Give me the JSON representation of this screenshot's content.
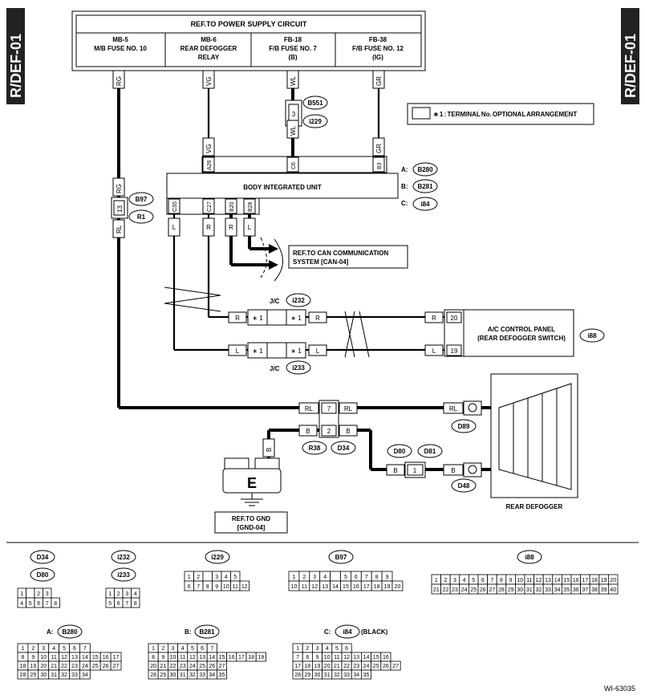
{
  "side_label": "R/DEF-01",
  "power": {
    "title": "REF.TO POWER SUPPLY CIRCUIT",
    "cols": [
      [
        "MB-5",
        "M/B FUSE NO. 10"
      ],
      [
        "MB-6",
        "REAR DEFOGGER",
        "RELAY"
      ],
      [
        "FB-18",
        "F/B FUSE NO. 7",
        "(B)"
      ],
      [
        "FB-38",
        "F/B FUSE NO. 12",
        "(IG)"
      ]
    ]
  },
  "wire": {
    "RG": "RG",
    "VG": "VG",
    "WL": "WL",
    "GR": "GR",
    "RL": "RL",
    "R": "R",
    "L": "L",
    "B": "B"
  },
  "pin": {
    "A26": "A26",
    "C6": "C6",
    "B3": "B3",
    "C35": "C35",
    "C27": "C27",
    "B20": "B20",
    "B28": "B28",
    "p3": "3",
    "p13": "13",
    "p20": "20",
    "p19": "19",
    "p7": "7",
    "p2": "2",
    "p1": "1",
    "star": "∗ 1"
  },
  "conn": {
    "B551": "B551",
    "i229": "i229",
    "B97": "B97",
    "R1": "R1",
    "B280": "B280",
    "B281": "B281",
    "i84": "i84",
    "i232": "i232",
    "i233": "i233",
    "i88": "i88",
    "D89": "D89",
    "R38": "R38",
    "D34": "D34",
    "D80": "D80",
    "D81": "D81",
    "D48": "D48"
  },
  "prefix": {
    "A": "A:",
    "B": "B:",
    "C": "C:",
    "jc": "J/C"
  },
  "bcm": "BODY INTEGRATED UNIT",
  "can": [
    "REF.TO CAN COMMUNICATION",
    "SYSTEM [CAN-04]"
  ],
  "ac": [
    "A/C CONTROL PANEL",
    "(REAR DEFOGGER SWITCH)"
  ],
  "defogger": "REAR DEFOGGER",
  "gnd": [
    "REF.TO GND",
    "[GND-04]"
  ],
  "ground_letter": "E",
  "terminal_note": "∗ 1  : TERMINAL No. OPTIONAL ARRANGEMENT",
  "connectors": {
    "d34": {
      "rows": [
        [
          "1",
          "",
          "2",
          "3"
        ],
        [
          "4",
          "5",
          "6",
          "7",
          "8"
        ]
      ]
    },
    "i232": {
      "rows": [
        [
          "1",
          "2",
          "3",
          "4"
        ],
        [
          "5",
          "6",
          "7",
          "8"
        ]
      ]
    },
    "i229": {
      "rows": [
        [
          "1",
          "2",
          "",
          "3",
          "4",
          "5"
        ],
        [
          "6",
          "7",
          "8",
          "9",
          "10",
          "11",
          "12"
        ]
      ]
    },
    "b97": {
      "rows": [
        [
          "1",
          "2",
          "3",
          "4",
          "",
          "5",
          "6",
          "7",
          "8",
          "9"
        ],
        [
          "10",
          "11",
          "12",
          "13",
          "14",
          "15",
          "16",
          "17",
          "18",
          "19",
          "20"
        ]
      ]
    },
    "i88": {
      "rows": [
        [
          "1",
          "2",
          "3",
          "4",
          "5",
          "6",
          "7",
          "8",
          "9",
          "10",
          "11",
          "12",
          "13",
          "14",
          "15",
          "16",
          "17",
          "18",
          "19",
          "20"
        ],
        [
          "21",
          "22",
          "23",
          "24",
          "25",
          "26",
          "27",
          "28",
          "29",
          "30",
          "31",
          "32",
          "33",
          "34",
          "35",
          "36",
          "37",
          "38",
          "39",
          "40"
        ]
      ]
    },
    "b280": {
      "rows": [
        [
          "1",
          "2",
          "3",
          "4",
          "5",
          "6",
          "7"
        ],
        [
          "8",
          "9",
          "10",
          "11",
          "12",
          "13",
          "14",
          "15",
          "16",
          "17"
        ],
        [
          "18",
          "19",
          "20",
          "21",
          "22",
          "23",
          "24",
          "25",
          "26",
          "27"
        ],
        [
          "28",
          "29",
          "30",
          "31",
          "32",
          "33",
          "34"
        ]
      ]
    },
    "b281": {
      "rows": [
        [
          "1",
          "2",
          "3",
          "4",
          "5",
          "6",
          "7"
        ],
        [
          "8",
          "9",
          "10",
          "11",
          "12",
          "13",
          "14",
          "15",
          "16",
          "17",
          "18",
          "19"
        ],
        [
          "20",
          "21",
          "22",
          "23",
          "24",
          "25",
          "26",
          "27"
        ],
        [
          "28",
          "29",
          "30",
          "31",
          "32",
          "33",
          "34",
          "35"
        ]
      ]
    },
    "i84": {
      "rows": [
        [
          "1",
          "2",
          "3",
          "4",
          "5",
          "6"
        ],
        [
          "7",
          "8",
          "9",
          "10",
          "11",
          "12",
          "13",
          "14",
          "15",
          "16"
        ],
        [
          "17",
          "18",
          "19",
          "20",
          "21",
          "22",
          "23",
          "24",
          "25",
          "26",
          "27"
        ],
        [
          "28",
          "29",
          "30",
          "31",
          "32",
          "33",
          "34",
          "35"
        ]
      ]
    }
  },
  "connector_labels": {
    "a_b280": "A:",
    "b_b281": "B:",
    "c_i84": "C:",
    "black": "(BLACK)"
  },
  "figure_id": "WI-63035"
}
